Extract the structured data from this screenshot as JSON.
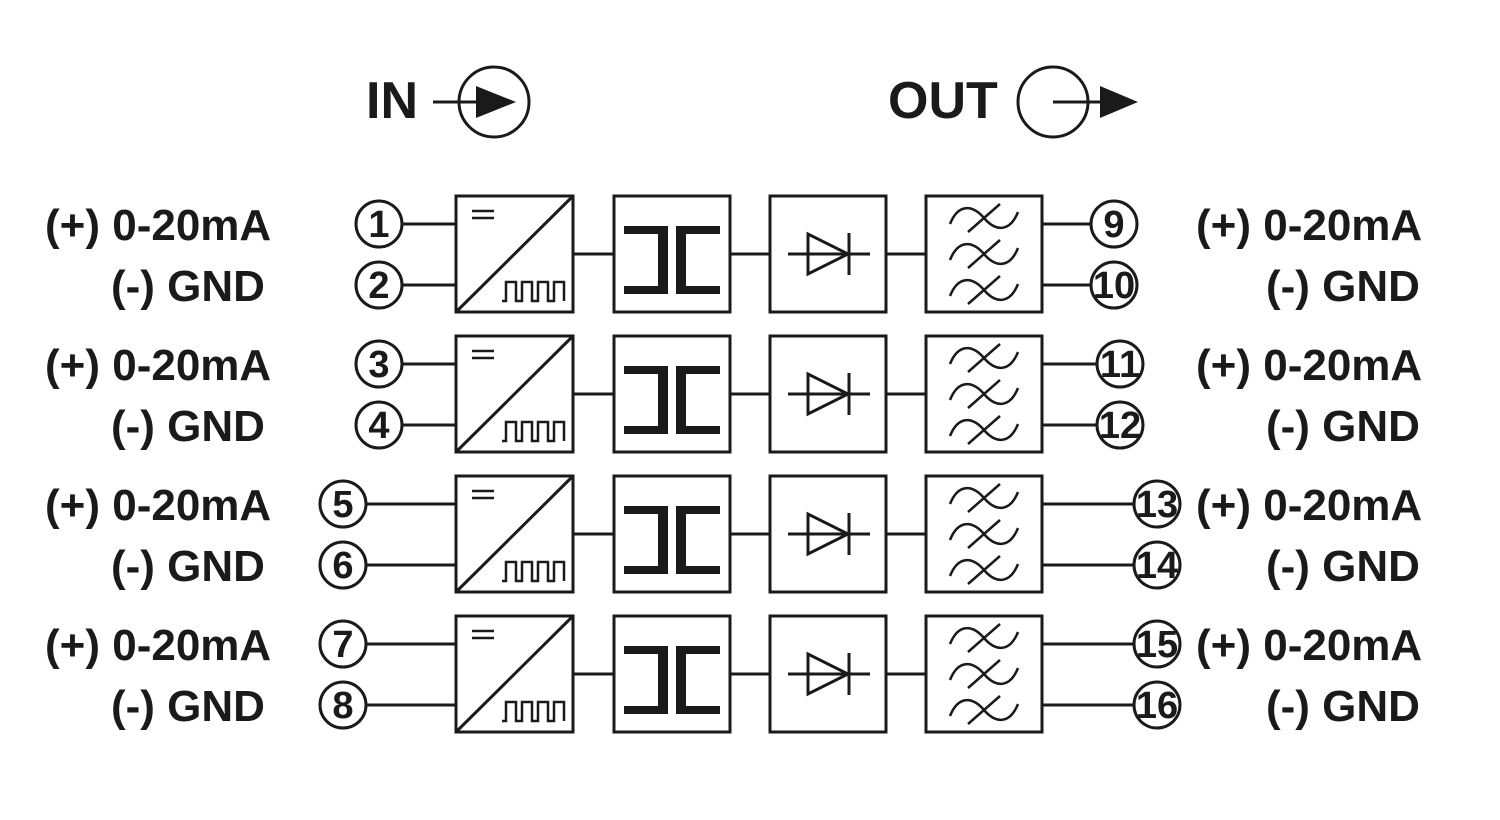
{
  "header": {
    "in_label": "IN",
    "out_label": "OUT",
    "in_icon": "input-arrow-icon",
    "out_icon": "output-arrow-icon"
  },
  "channels": [
    {
      "in_pos_terminal": "1",
      "in_neg_terminal": "2",
      "in_pos_label": "(+) 0-20mA",
      "in_neg_label": "(-) GND",
      "out_pos_terminal": "9",
      "out_neg_terminal": "10",
      "out_pos_label": "(+) 0-20mA",
      "out_neg_label": "(-) GND"
    },
    {
      "in_pos_terminal": "3",
      "in_neg_terminal": "4",
      "in_pos_label": "(+) 0-20mA",
      "in_neg_label": "(-) GND",
      "out_pos_terminal": "11",
      "out_neg_terminal": "12",
      "out_pos_label": "(+) 0-20mA",
      "out_neg_label": "(-) GND"
    },
    {
      "in_pos_terminal": "5",
      "in_neg_terminal": "6",
      "in_pos_label": "(+) 0-20mA",
      "in_neg_label": "(-) GND",
      "out_pos_terminal": "13",
      "out_neg_terminal": "14",
      "out_pos_label": "(+) 0-20mA",
      "out_neg_label": "(-) GND"
    },
    {
      "in_pos_terminal": "7",
      "in_neg_terminal": "8",
      "in_pos_label": "(+) 0-20mA",
      "in_neg_label": "(-) GND",
      "out_pos_terminal": "15",
      "out_neg_terminal": "16",
      "out_pos_label": "(+) 0-20mA",
      "out_neg_label": "(-) GND"
    }
  ],
  "block_icons": [
    "dc-to-pulse-converter-icon",
    "transformer-isolation-icon",
    "rectifier-diode-icon",
    "low-pass-filter-icon"
  ]
}
